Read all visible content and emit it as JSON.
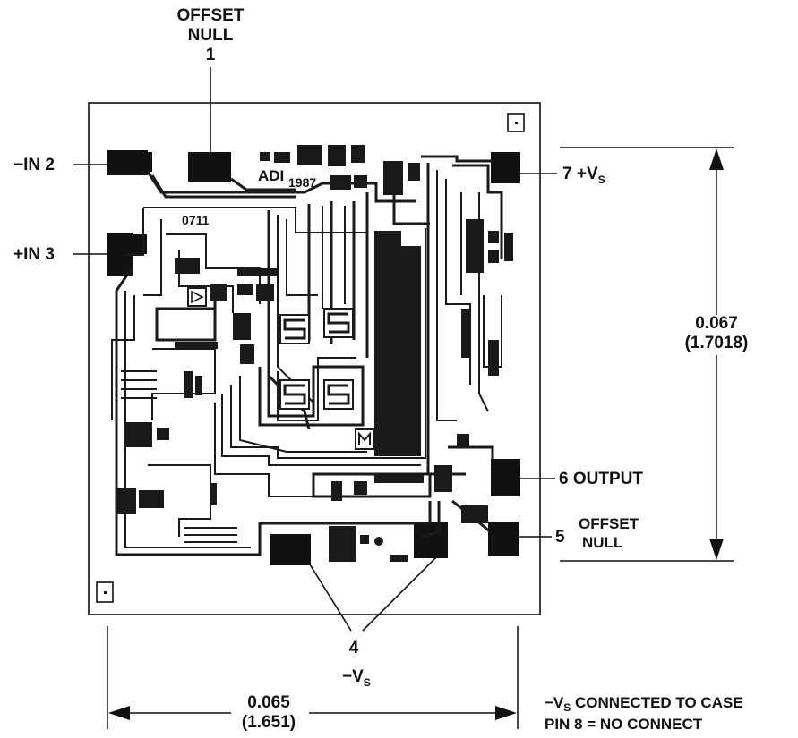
{
  "pins": {
    "pin1": {
      "number": "1",
      "line1": "OFFSET",
      "line2": "NULL"
    },
    "pin2": {
      "label": "−IN 2"
    },
    "pin3": {
      "label": "+IN 3"
    },
    "pin4": {
      "number": "4",
      "main": "−V",
      "sub": "S"
    },
    "pin5": {
      "number": "5",
      "line1": "OFFSET",
      "line2": "NULL"
    },
    "pin6": {
      "label": "6 OUTPUT"
    },
    "pin7": {
      "prefix": "7 +V",
      "sub": "S"
    }
  },
  "dimensions": {
    "height": {
      "inches": "0.067",
      "mm": "(1.7018)"
    },
    "width": {
      "inches": "0.065",
      "mm": "(1.651)"
    }
  },
  "die_markings": {
    "logo": "ADI",
    "year": "1987",
    "part": "0711"
  },
  "notes": {
    "line1_main": "−V",
    "line1_sub": "S",
    "line1_rest": " CONNECTED TO CASE",
    "line2": "PIN 8 = NO CONNECT"
  }
}
